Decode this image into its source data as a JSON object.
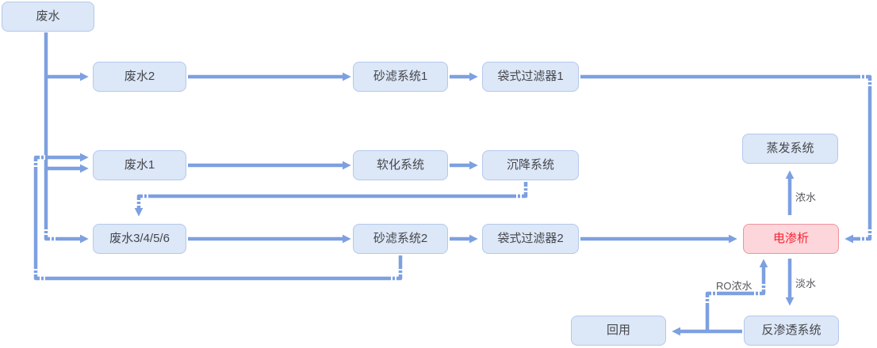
{
  "diagram": {
    "type": "flowchart",
    "nodes": [
      {
        "id": "wastewater",
        "label": "废水"
      },
      {
        "id": "wastewater2",
        "label": "废水2"
      },
      {
        "id": "sand-filter-1",
        "label": "砂滤系统1"
      },
      {
        "id": "bag-filter-1",
        "label": "袋式过滤器1"
      },
      {
        "id": "wastewater1",
        "label": "废水1"
      },
      {
        "id": "softening",
        "label": "软化系统"
      },
      {
        "id": "sedimentation",
        "label": "沉降系统"
      },
      {
        "id": "wastewater3456",
        "label": "废水3/4/5/6"
      },
      {
        "id": "sand-filter-2",
        "label": "砂滤系统2"
      },
      {
        "id": "bag-filter-2",
        "label": "袋式过滤器2"
      },
      {
        "id": "electrodialysis",
        "label": "电渗析",
        "highlight": true
      },
      {
        "id": "evaporation",
        "label": "蒸发系统"
      },
      {
        "id": "reverse-osmosis",
        "label": "反渗透系统"
      },
      {
        "id": "reuse",
        "label": "回用"
      }
    ],
    "edge_labels": [
      {
        "id": "concentrate",
        "text": "浓水"
      },
      {
        "id": "fresh-water",
        "text": "淡水"
      },
      {
        "id": "ro-concentrate",
        "text": "RO浓水"
      }
    ],
    "edges": [
      {
        "from": "wastewater",
        "to": "wastewater2"
      },
      {
        "from": "wastewater",
        "to": "wastewater1"
      },
      {
        "from": "wastewater",
        "to": "wastewater3456"
      },
      {
        "from": "wastewater2",
        "to": "sand-filter-1"
      },
      {
        "from": "sand-filter-1",
        "to": "bag-filter-1"
      },
      {
        "from": "bag-filter-1",
        "to": "electrodialysis"
      },
      {
        "from": "wastewater1",
        "to": "softening"
      },
      {
        "from": "softening",
        "to": "sedimentation"
      },
      {
        "from": "sedimentation",
        "to": "wastewater3456"
      },
      {
        "from": "sand-filter-2",
        "to": "wastewater1"
      },
      {
        "from": "wastewater3456",
        "to": "sand-filter-2"
      },
      {
        "from": "sand-filter-2",
        "to": "bag-filter-2"
      },
      {
        "from": "bag-filter-2",
        "to": "electrodialysis"
      },
      {
        "from": "electrodialysis",
        "to": "evaporation",
        "label": "浓水"
      },
      {
        "from": "electrodialysis",
        "to": "reverse-osmosis",
        "label": "淡水"
      },
      {
        "from": "reverse-osmosis",
        "to": "reuse"
      },
      {
        "from": "reverse-osmosis",
        "to": "electrodialysis",
        "label": "RO浓水"
      }
    ],
    "colors": {
      "node_fill": "#dce7f7",
      "node_border": "#b5c8ec",
      "node_text": "#46474c",
      "highlight_fill": "#fcd6da",
      "highlight_border": "#ef939d",
      "highlight_text": "#fa2433",
      "connector": "#7da0e0",
      "edge_label_text": "#55565c",
      "background": "#ffffff"
    }
  }
}
